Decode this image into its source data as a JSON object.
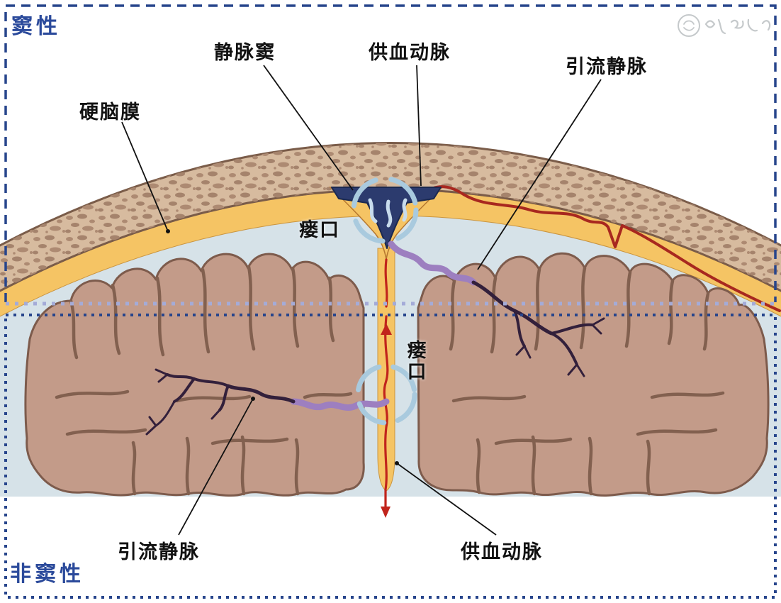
{
  "sections": {
    "sinus": {
      "label": "窦性"
    },
    "non_sinus": {
      "label": "非窦性"
    }
  },
  "annotations": {
    "venous_sinus": "静脉窦",
    "feeding_artery_top": "供血动脉",
    "draining_vein_top": "引流静脉",
    "dura_mater": "硬脑膜",
    "fistula_top": "瘘口",
    "fistula_bottom": "瘘口",
    "draining_vein_bottom": "引流静脉",
    "feeding_artery_bottom": "供血动脉"
  },
  "colors": {
    "border_blue": "#27458c",
    "section_label_blue": "#2b4a9b",
    "bone_tan": "#d7bb9f",
    "bone_speckle": "#ad8a72",
    "dura_yellow": "#f5c464",
    "csf_blue": "#d6e2e8",
    "brain_brown": "#c39b89",
    "brain_outline": "#7d5b4c",
    "sinus_navy": "#2c3b6e",
    "artery_red": "#b02a20",
    "vein_lavender": "#9d7fc0",
    "vein_dark": "#33203b",
    "fistula_ring_blue": "#a9cade"
  },
  "watermark": {
    "icon": "journal-logo-watermark"
  }
}
